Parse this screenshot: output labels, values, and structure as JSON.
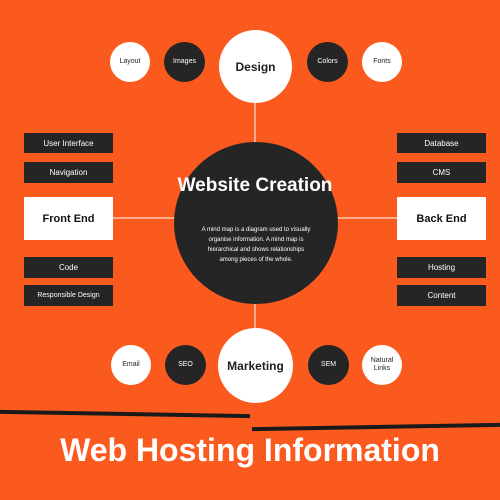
{
  "center": {
    "title": "Website Creation",
    "description": "A mind map is a diagram used to visually organise information. A mind map is hierarchical and shows relationships among pieces of the whole."
  },
  "top": {
    "main": "Design",
    "left_outer": "Layout",
    "left_inner": "Images",
    "right_inner": "Colors",
    "right_outer": "Fonts"
  },
  "bottom": {
    "main": "Marketing",
    "left_outer": "Email",
    "left_inner": "SEO",
    "right_inner": "SEM",
    "right_outer": "Natural Links"
  },
  "left": {
    "main": "Front End",
    "items_above": [
      "User Interface",
      "Navigation"
    ],
    "items_below": [
      "Code",
      "Responsible Design"
    ]
  },
  "right": {
    "main": "Back End",
    "items_above": [
      "Database",
      "CMS"
    ],
    "items_below": [
      "Hosting",
      "Content"
    ]
  },
  "footer": {
    "title": "Web Hosting Information"
  },
  "colors": {
    "background": "#fa5a1e",
    "dark": "#252525",
    "light": "#ffffff"
  }
}
